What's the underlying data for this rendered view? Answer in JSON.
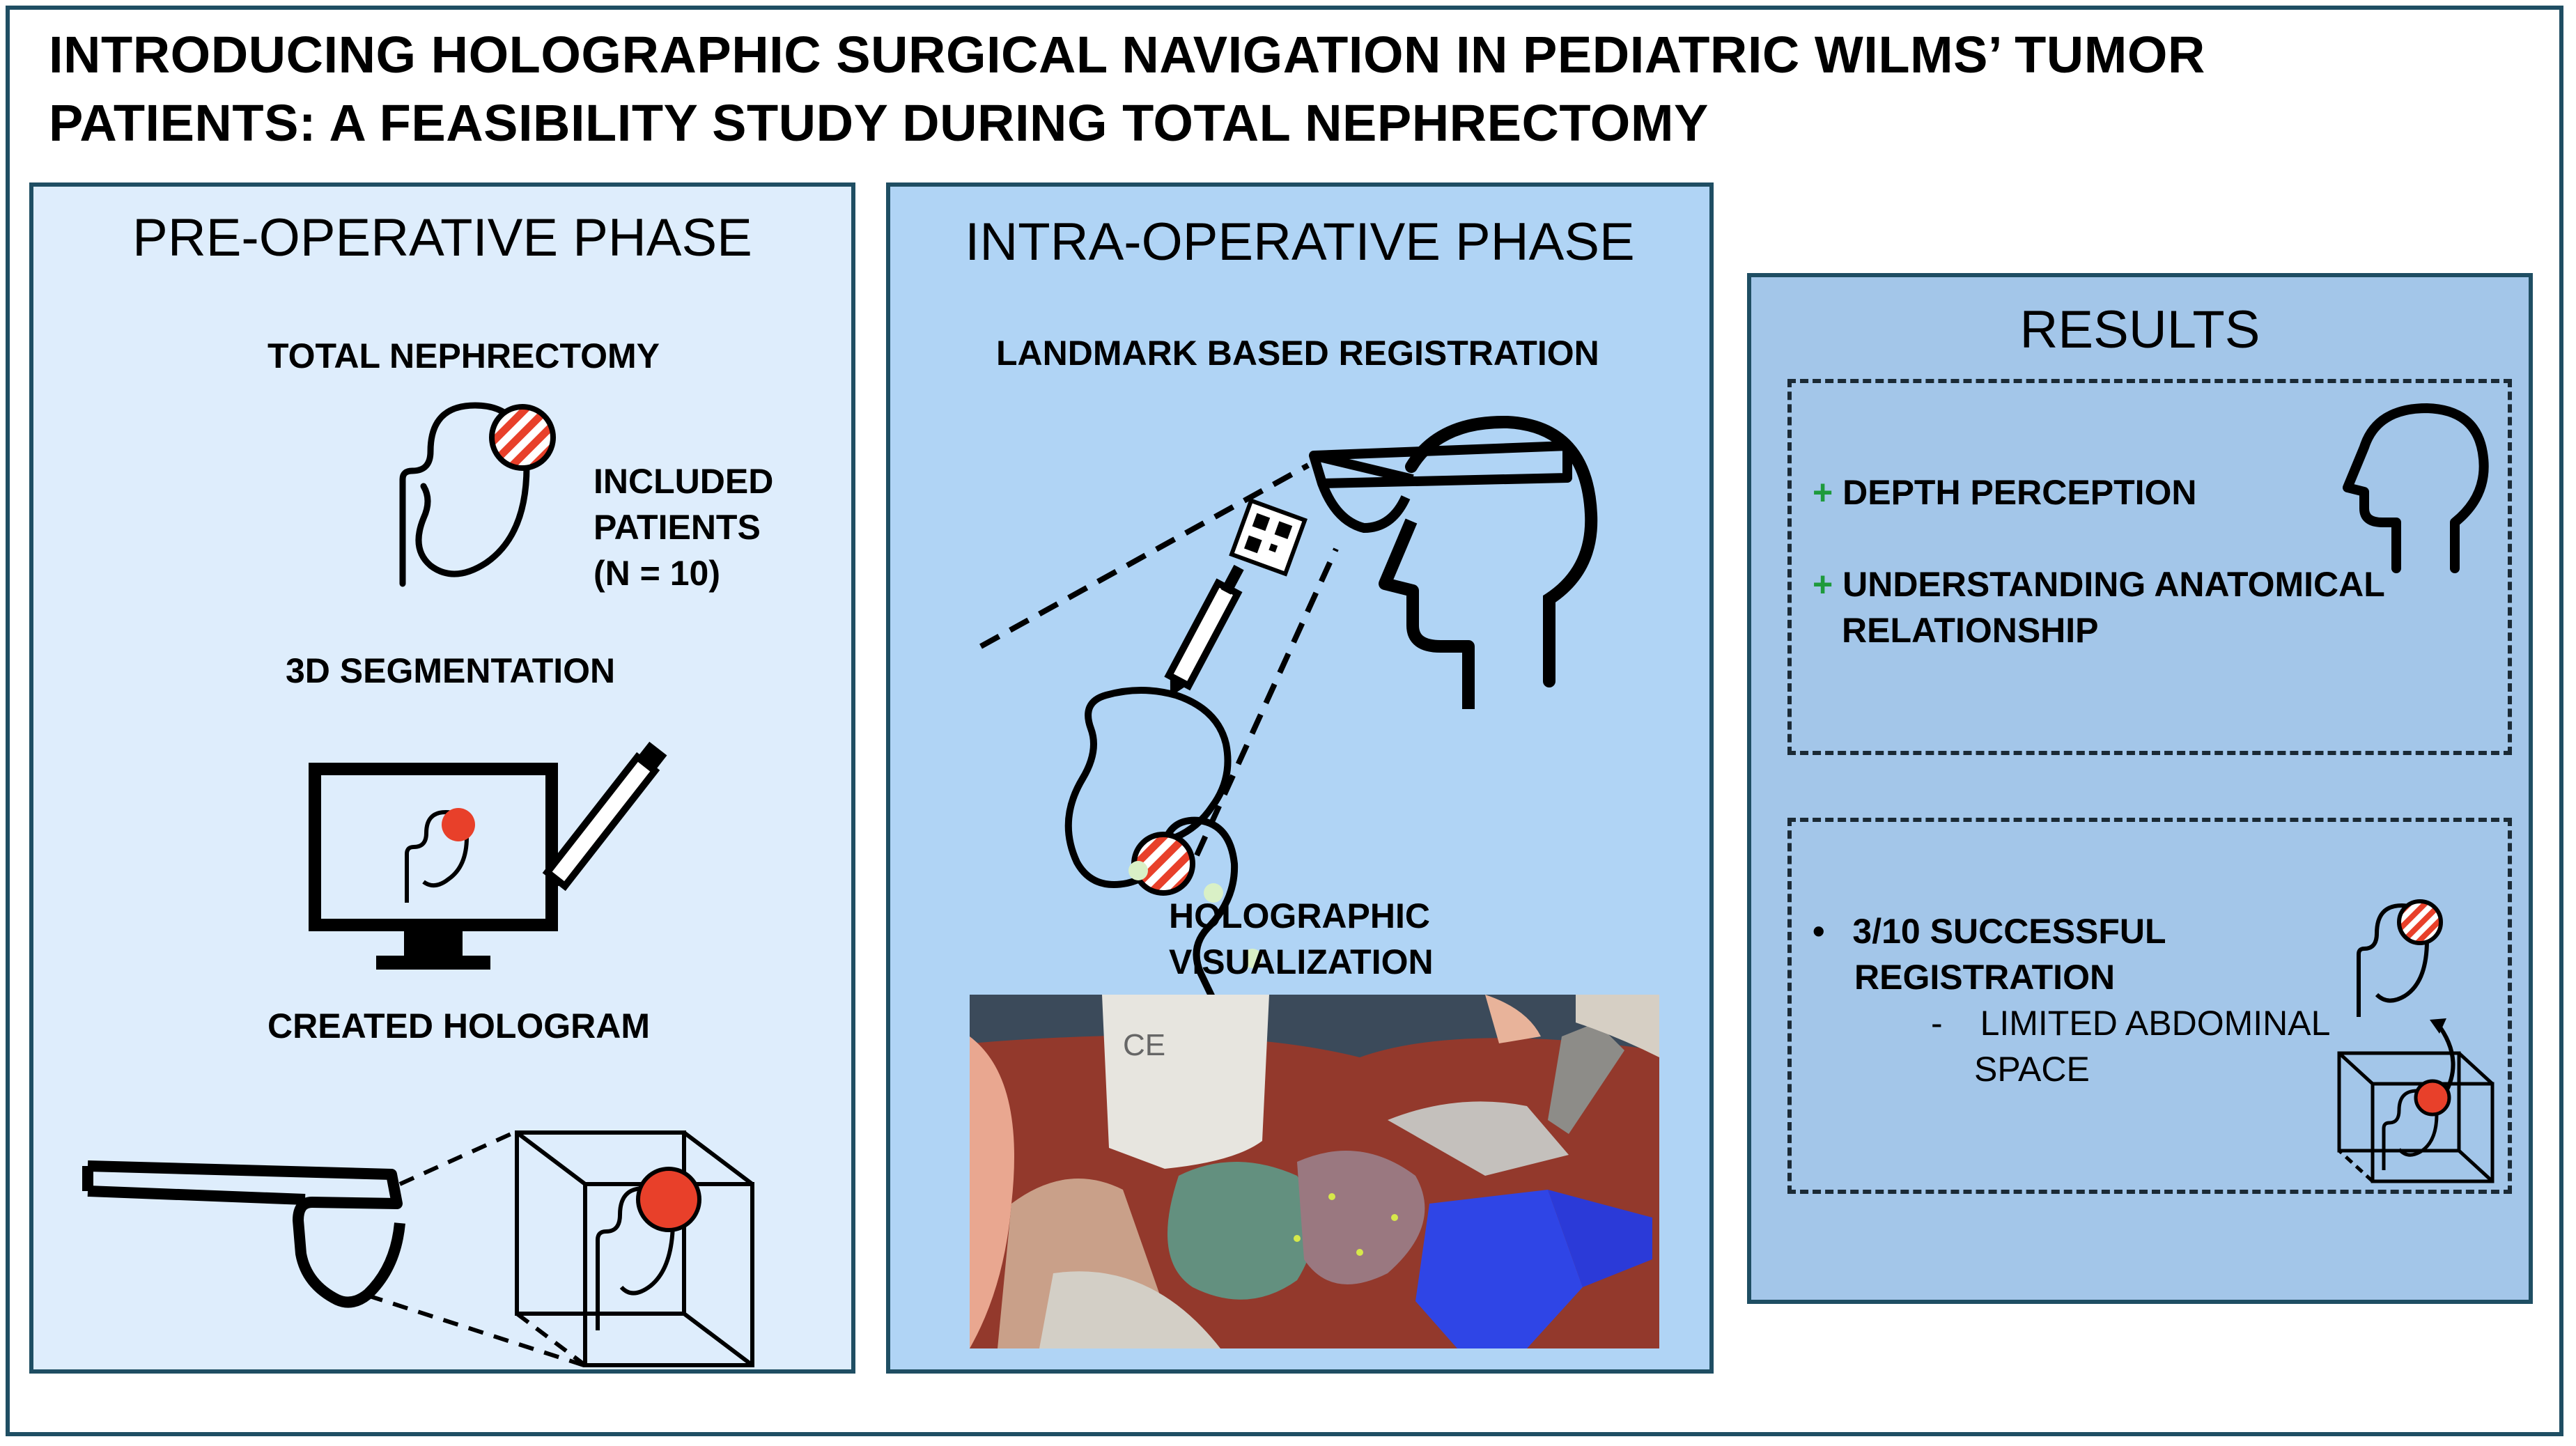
{
  "title": {
    "line1": "INTRODUCING HOLOGRAPHIC SURGICAL NAVIGATION IN PEDIATRIC WILMS’ TUMOR",
    "line2": "PATIENTS: A FEASIBILITY STUDY DURING TOTAL NEPHRECTOMY"
  },
  "pre_operative": {
    "heading": "PRE-OPERATIVE PHASE",
    "total_nephrectomy": "TOTAL NEPHRECTOMY",
    "included": [
      "INCLUDED",
      "PATIENTS",
      "(N = 10)"
    ],
    "segmentation": "3D SEGMENTATION",
    "hologram": "CREATED HOLOGRAM"
  },
  "intra_operative": {
    "heading": "INTRA-OPERATIVE PHASE",
    "registration": "LANDMARK  BASED REGISTRATION",
    "visualization": [
      "HOLOGRAPHIC",
      "VISUALIZATION"
    ],
    "photo_mark": "CE"
  },
  "results": {
    "heading": "RESULTS",
    "plus_sign": "+",
    "depth": "DEPTH PERCEPTION",
    "understanding": [
      "UNDERSTANDING ANATOMICAL",
      "RELATIONSHIP"
    ],
    "bullet": "•",
    "success": [
      "3/10 SUCCESSFUL",
      "REGISTRATION"
    ],
    "dash": "-",
    "limited": [
      "LIMITED ABDOMINAL",
      "SPACE"
    ]
  },
  "colors": {
    "tumor_red": "#e8402a",
    "landmark_green": "#d9f0c6",
    "hologram_blue": "#2f45e6",
    "border": "#1f4e63"
  },
  "icons": [
    "kidney-tumor-icon",
    "monitor-pen-icon",
    "headset-icon",
    "hologram-cube-icon",
    "surgeon-head-icon",
    "pointer-pen-icon",
    "head-profile-icon"
  ]
}
